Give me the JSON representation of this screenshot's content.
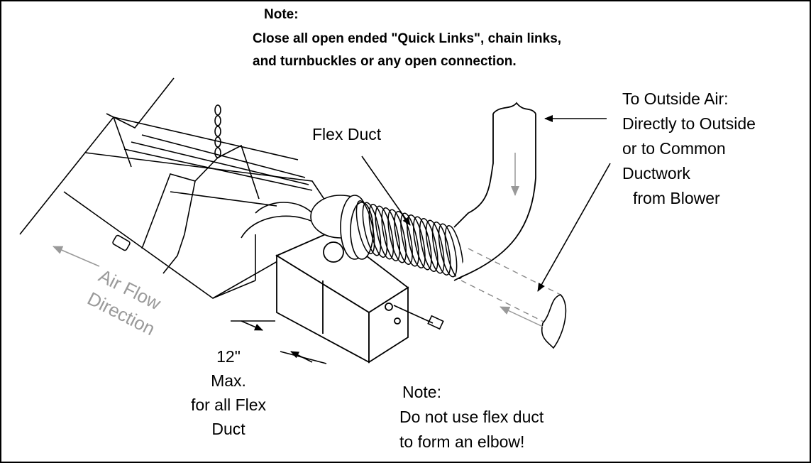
{
  "top_note": {
    "heading": "Note:",
    "line1": "Close all open ended \"Quick Links\", chain links,",
    "line2": "and turnbuckles or any open connection."
  },
  "flex_duct_label": "Flex Duct",
  "outside_air": {
    "line1": "To Outside Air:",
    "line2": "Directly to Outside",
    "line3": "or to Common",
    "line4": "Ductwork",
    "line5": "from Blower"
  },
  "air_flow": {
    "line1": "Air Flow",
    "line2": "Direction"
  },
  "dimension": {
    "line1": "12\"",
    "line2": "Max.",
    "line3": "for all Flex",
    "line4": "Duct"
  },
  "bottom_note": {
    "heading": "Note:",
    "line1": "Do not use flex duct",
    "line2": "to form an elbow!"
  },
  "colors": {
    "line": "#000000",
    "air_flow_text": "#9a9a9a",
    "background": "#ffffff"
  }
}
